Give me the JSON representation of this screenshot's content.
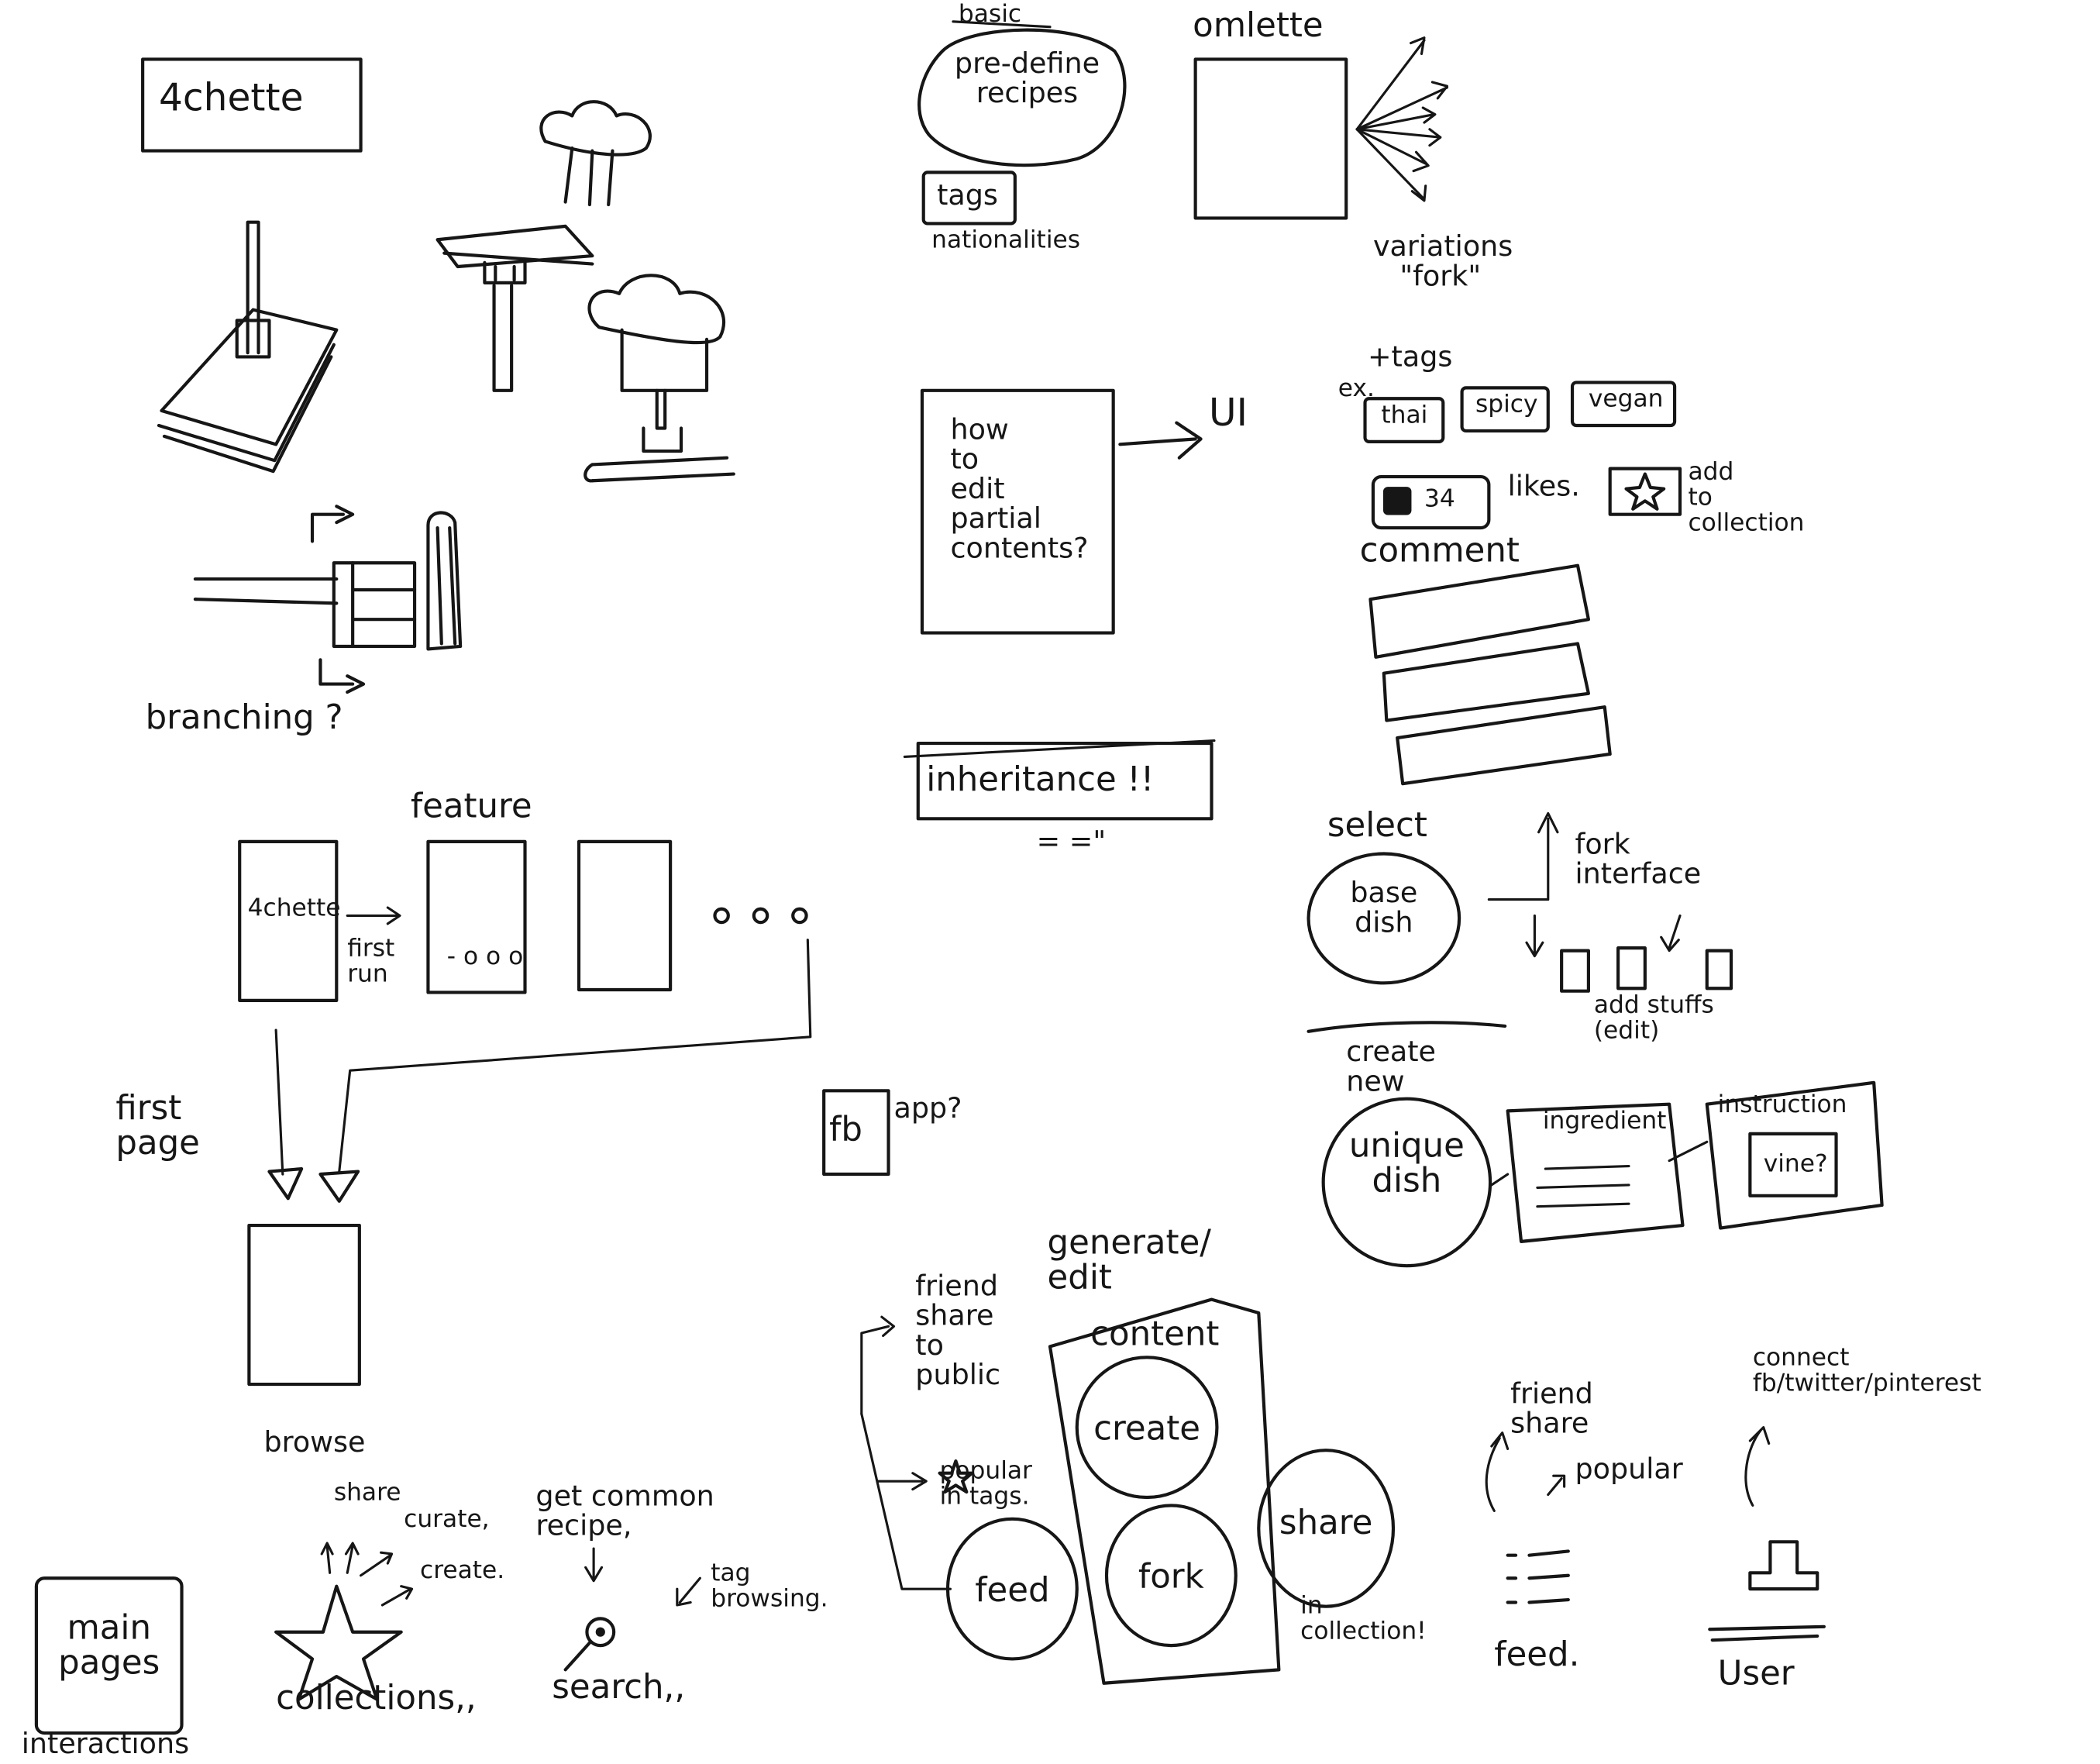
{
  "left": {
    "logo": "4chette",
    "branching": "branching ?",
    "feature": "feature",
    "phone1": "4chette",
    "first_run": "first\nrun",
    "phone2_dots": "- o o o",
    "first_page": "first\npage",
    "browse": "browse",
    "share_note": "share",
    "curate": "curate,",
    "create_small": "create.",
    "collections": "collections,,",
    "get_common": "get common\nrecipe,",
    "tag_browsing": "tag\nbrowsing.",
    "search": "search,,",
    "main_pages": "main\npages",
    "interactions": "interactions"
  },
  "top": {
    "basic": "basic",
    "pre_define": "pre-define\nrecipes",
    "tags": "tags",
    "nationalities": "nationalities",
    "omlette": "omlette",
    "variations": "variations\n\"fork\""
  },
  "middle": {
    "how_to_edit": "how\nto\nedit\npartial\ncontents?",
    "ui": "UI",
    "inheritance": "inheritance !!",
    "eq_mark": "= =\"",
    "fb_app": "fb",
    "app_q": "app?"
  },
  "right": {
    "plus_tags": "+tags",
    "ex": "ex.",
    "tag_thai": "thai",
    "tag_spicy": "spicy",
    "tag_vegan": "vegan",
    "likes_count": "34",
    "likes": "likes.",
    "add_to_collection": "add\nto\ncollection",
    "comment": "comment",
    "select": "select",
    "base_dish": "base\ndish",
    "fork_interface": "fork\ninterface",
    "add_stuffs": "add stuffs\n(edit)",
    "create_new": "create\nnew",
    "unique_dish": "unique\ndish",
    "ingredient": "ingredient",
    "instruction": "instruction",
    "vine": "vine?"
  },
  "bottom": {
    "friend_share_public": "friend\nshare\nto\npublic",
    "popular_in_tags": "popular\nin tags.",
    "generate_edit": "generate/\nedit",
    "content": "content",
    "create": "create",
    "fork": "fork",
    "share": "share",
    "in_collection": "in\ncollection!",
    "feed": "feed",
    "friend_share2": "friend\nshare",
    "popular2": "popular",
    "feed_label": "feed.",
    "connect": "connect\nfb/twitter/pinterest",
    "user": "User"
  }
}
